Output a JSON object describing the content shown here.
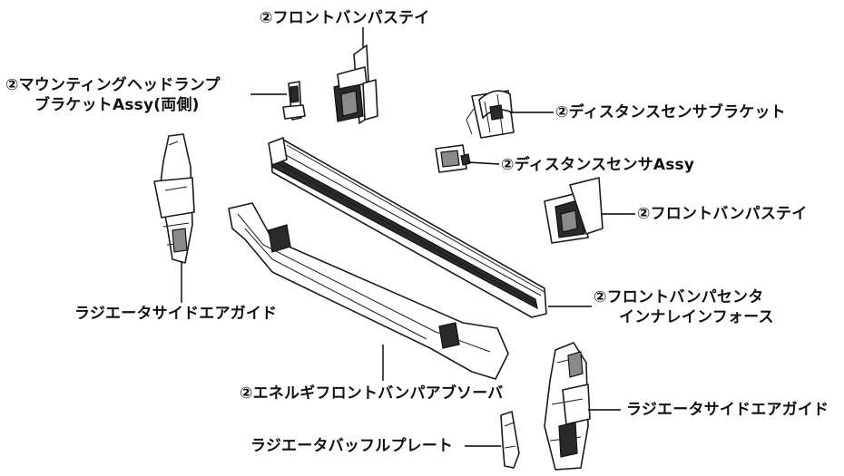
{
  "labels": {
    "front_bumper_stay_top": "②フロントバンパステイ",
    "mounting_headlamp_line1": "②マウンティングヘッドランプ",
    "mounting_headlamp_line2": "ブラケットAssy(両側)",
    "distance_sensor_bracket": "②ディスタンスセンサブラケット",
    "distance_sensor_assy": "②ディスタンスセンサAssy",
    "front_bumper_stay_right": "②フロントバンパステイ",
    "bumper_reinforcement_line1": "②フロントバンパセンタ",
    "bumper_reinforcement_line2": "インナレインフォース",
    "radiator_air_guide_left": "ラジエータサイドエアガイド",
    "energy_absorber": "②エネルギフロントバンパアブソーバ",
    "radiator_air_guide_right": "ラジエータサイドエアガイド",
    "radiator_baffle_plate": "ラジエータバッフルプレート"
  }
}
